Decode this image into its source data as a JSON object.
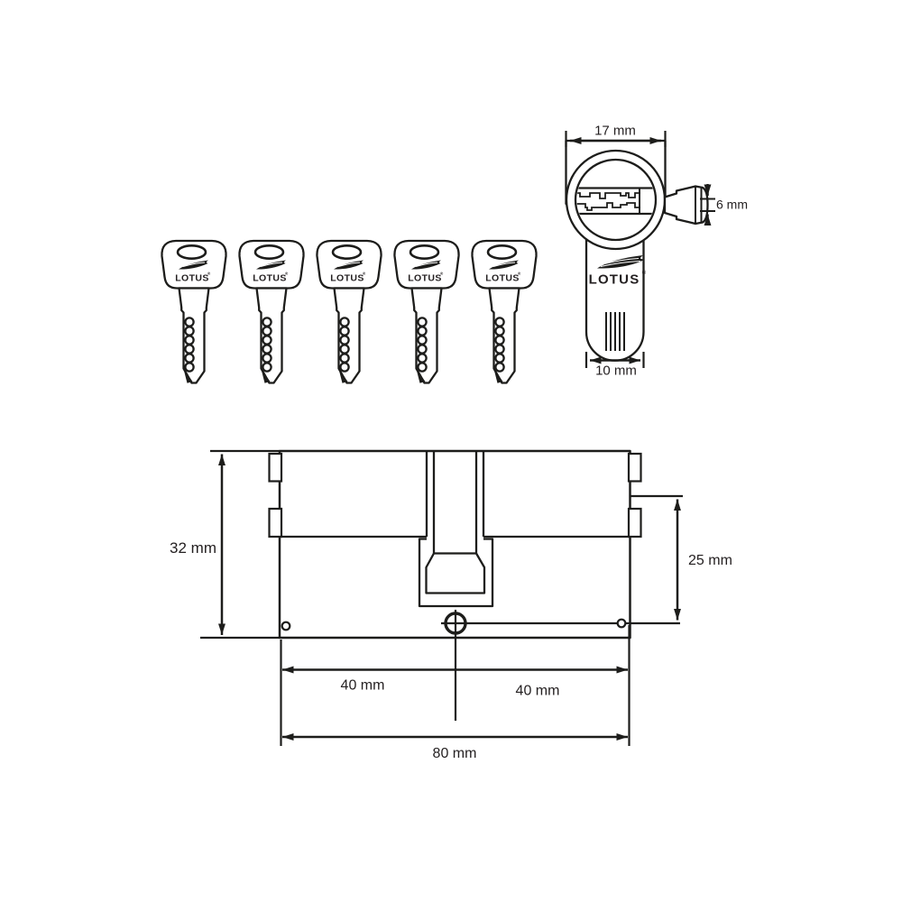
{
  "brand": {
    "name": "LOTUS",
    "registered_mark": "®"
  },
  "keys": {
    "count": 5
  },
  "face_view": {
    "width_label": "17 mm",
    "key_height_label": "6 mm",
    "body_width_label": "10 mm"
  },
  "side_view": {
    "height_label": "32 mm",
    "cam_center_label": "25 mm",
    "left_half_label": "40 mm",
    "right_half_label": "40 mm",
    "total_length_label": "80 mm"
  }
}
